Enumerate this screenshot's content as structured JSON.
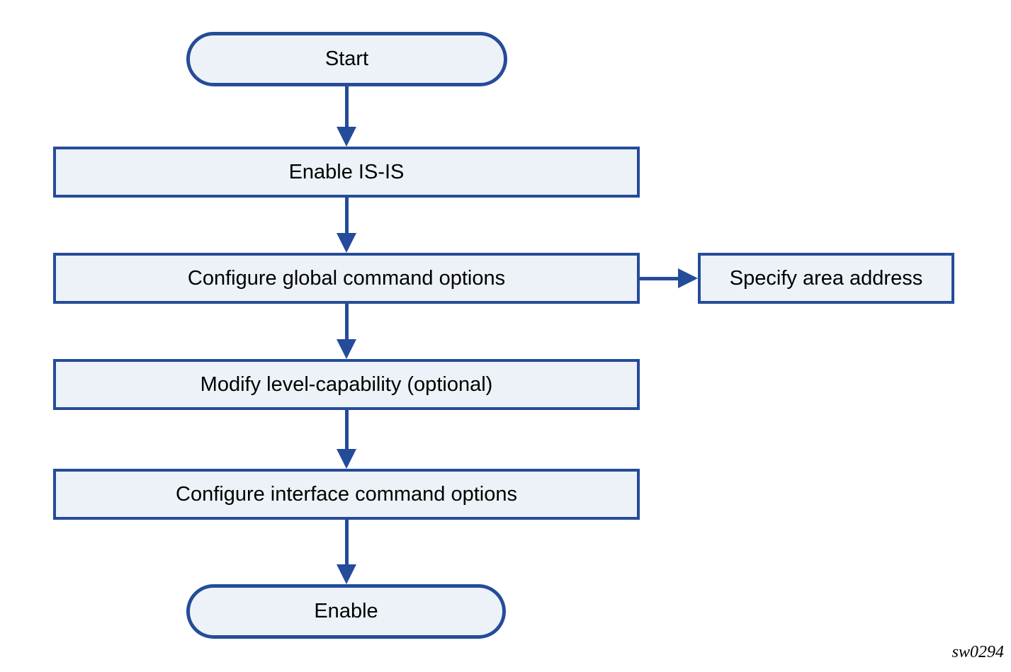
{
  "diagram": {
    "type": "flowchart",
    "figure_id": "sw0294",
    "colors": {
      "node_fill": "#edf2f8",
      "node_border": "#254c9a",
      "arrow": "#254c9a",
      "text": "#000000",
      "background": "#ffffff"
    },
    "nodes": {
      "start": {
        "label": "Start",
        "shape": "terminator"
      },
      "enable_isis": {
        "label": "Enable IS-IS",
        "shape": "process"
      },
      "configure_global": {
        "label": "Configure global command options",
        "shape": "process"
      },
      "specify_area": {
        "label": "Specify area address",
        "shape": "process"
      },
      "modify_level": {
        "label": "Modify level-capability (optional)",
        "shape": "process"
      },
      "configure_interface": {
        "label": "Configure interface command options",
        "shape": "process"
      },
      "enable": {
        "label": "Enable",
        "shape": "terminator"
      }
    },
    "edges": [
      {
        "from": "start",
        "to": "enable_isis",
        "direction": "down"
      },
      {
        "from": "enable_isis",
        "to": "configure_global",
        "direction": "down"
      },
      {
        "from": "configure_global",
        "to": "specify_area",
        "direction": "right"
      },
      {
        "from": "configure_global",
        "to": "modify_level",
        "direction": "down"
      },
      {
        "from": "modify_level",
        "to": "configure_interface",
        "direction": "down"
      },
      {
        "from": "configure_interface",
        "to": "enable",
        "direction": "down"
      }
    ]
  }
}
